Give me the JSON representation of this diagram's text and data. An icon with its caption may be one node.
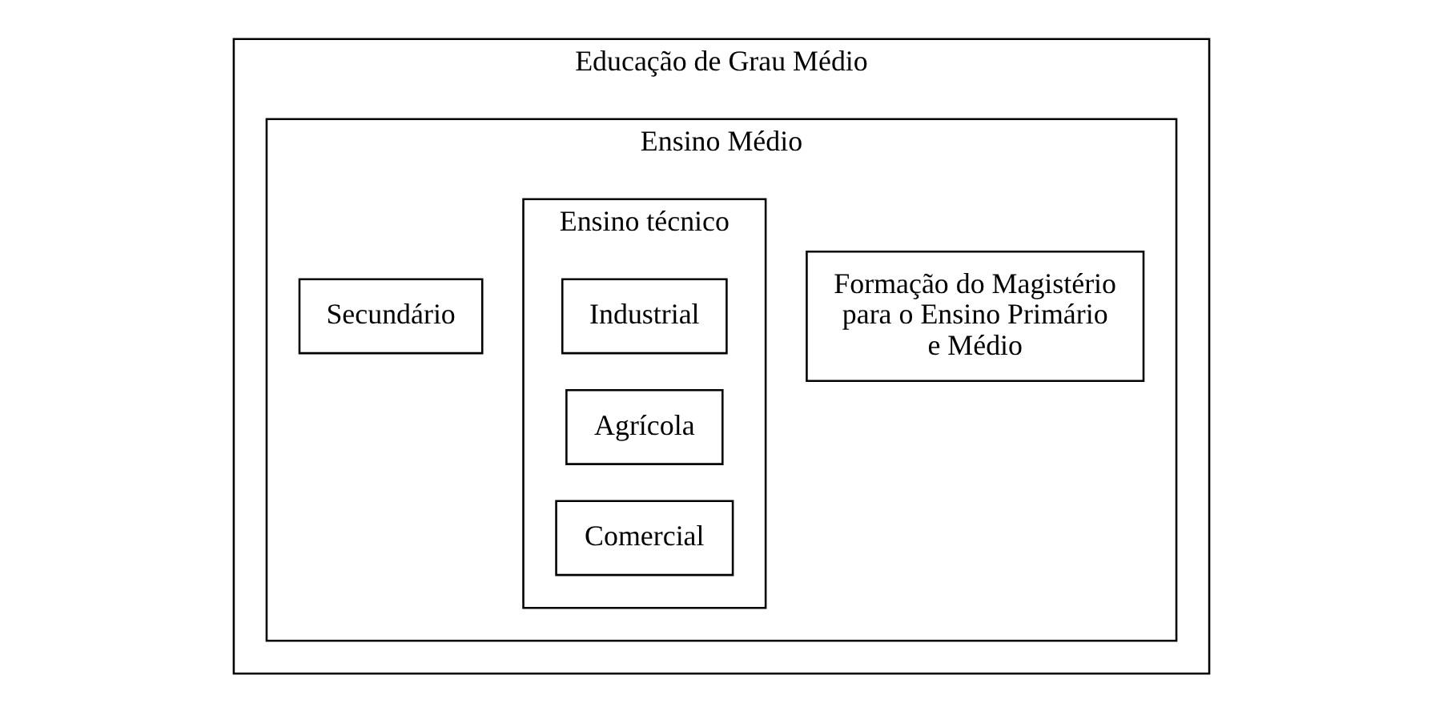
{
  "diagram": {
    "nodes": [
      {
        "text": [
          "Educação de Grau Médio"
        ]
      },
      {
        "text": [
          "Ensino Médio"
        ],
        "in": 0
      },
      {
        "text": [
          "Secundário"
        ],
        "in": 1
      },
      {
        "text": [
          "Ensino técnico"
        ],
        "in": 1
      },
      {
        "text": [
          "Industrial"
        ],
        "in": 3
      },
      {
        "text": [
          "Agrícola"
        ],
        "in": 3
      },
      {
        "text": [
          "Comercial"
        ],
        "in": 3
      },
      {
        "text": [
          "Formação do Magistério para o Ensino Primário e Médio"
        ],
        "in": 1
      }
    ],
    "edges": []
  }
}
